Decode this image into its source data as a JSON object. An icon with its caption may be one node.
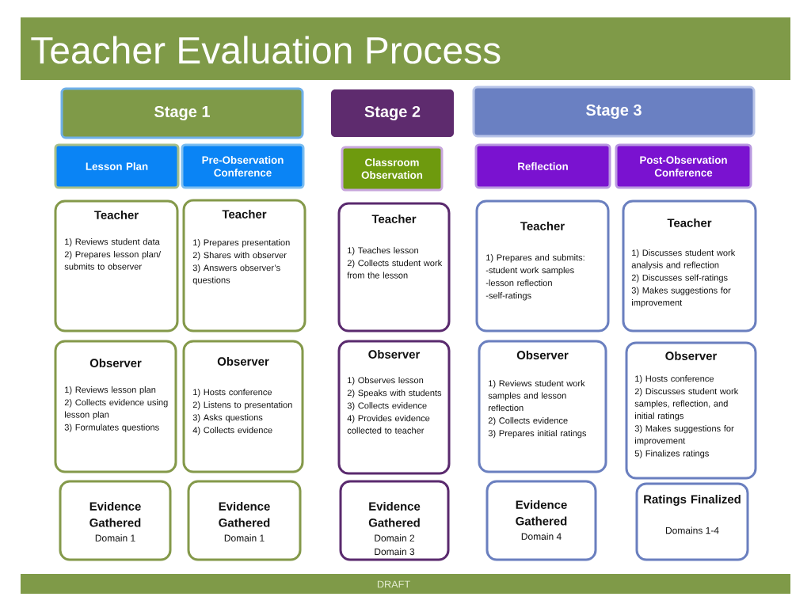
{
  "diagram": {
    "title": "Teacher Evaluation Process",
    "nodes": [
      {
        "text": [
          "Stage 1"
        ]
      },
      {
        "text": [
          "Stage 2"
        ]
      },
      {
        "text": [
          "Stage 3"
        ]
      },
      {
        "text": [
          "Lesson Plan"
        ]
      },
      {
        "text": [
          "Pre-Observation Conference"
        ]
      },
      {
        "text": [
          "Classroom Observation"
        ]
      },
      {
        "text": [
          "Reflection"
        ]
      },
      {
        "text": [
          "Post-Observation Conference"
        ]
      },
      {
        "text": [
          "Teacher",
          "1) Reviews student data",
          "2) Prepares lesson plan/ submits to observer"
        ]
      },
      {
        "text": [
          "Teacher",
          "1) Prepares presentation",
          "2) Shares with observer",
          "3) Answers observer’s questions"
        ]
      },
      {
        "text": [
          "Teacher",
          "1) Teaches lesson",
          "2) Collects student work from the lesson"
        ]
      },
      {
        "text": [
          "Teacher",
          "1) Prepares and submits:",
          "-student work samples",
          "-lesson reflection",
          "-self-ratings"
        ]
      },
      {
        "text": [
          "Teacher",
          "1) Discusses student work analysis and reflection",
          "2) Discusses self-ratings",
          "3) Makes suggestions for improvement"
        ]
      },
      {
        "text": [
          "Observer",
          "1) Reviews lesson plan",
          "2) Collects evidence using lesson plan",
          "3) Formulates questions"
        ]
      },
      {
        "text": [
          "Observer",
          "1) Hosts conference",
          "2) Listens to presentation",
          "3) Asks questions",
          "4) Collects evidence"
        ]
      },
      {
        "text": [
          "Observer",
          "1) Observes lesson",
          "2) Speaks with students",
          "3) Collects evidence",
          "4) Provides evidence collected to teacher"
        ]
      },
      {
        "text": [
          "Observer",
          "1) Reviews student work samples and lesson reflection",
          "2) Collects evidence",
          "3) Prepares initial ratings"
        ]
      },
      {
        "text": [
          "Observer",
          "1) Hosts conference",
          "2) Discusses student work samples, reflection, and initial ratings",
          "3) Makes suggestions for improvement",
          "5) Finalizes ratings"
        ]
      },
      {
        "text": [
          "Evidence Gathered",
          "Domain 1"
        ]
      },
      {
        "text": [
          "Evidence Gathered",
          "Domain 1"
        ]
      },
      {
        "text": [
          "Evidence Gathered",
          "Domain 2",
          "Domain 3"
        ]
      },
      {
        "text": [
          "Evidence Gathered",
          "Domain 4"
        ]
      },
      {
        "text": [
          "Ratings Finalized",
          "Domains 1-4"
        ]
      }
    ],
    "labels": [
      "DRAFT"
    ]
  }
}
